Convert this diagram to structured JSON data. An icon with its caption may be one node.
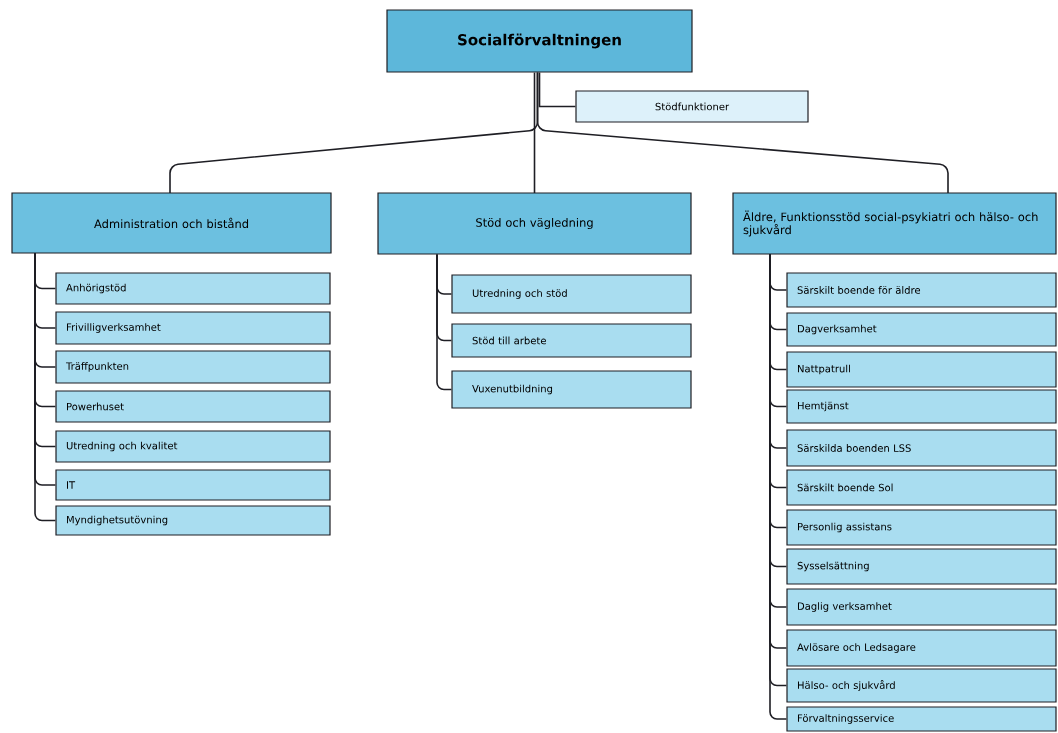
{
  "diagram": {
    "nodes": [
      {
        "text": [
          "Socialförvaltningen"
        ]
      },
      {
        "text": [
          "Stödfunktioner"
        ]
      },
      {
        "text": [
          "Administration och bistånd"
        ]
      },
      {
        "text": [
          "Stöd och vägledning"
        ]
      },
      {
        "text": [
          "Äldre, Funktionsstöd social-psykiatri och hälso- och sjukvård"
        ]
      },
      {
        "text": [
          "Anhörigstöd"
        ]
      },
      {
        "text": [
          "Frivilligverksamhet"
        ]
      },
      {
        "text": [
          "Träffpunkten"
        ]
      },
      {
        "text": [
          "Powerhuset"
        ]
      },
      {
        "text": [
          "Utredning och kvalitet"
        ]
      },
      {
        "text": [
          "IT"
        ]
      },
      {
        "text": [
          "Myndighetsutövning"
        ]
      },
      {
        "text": [
          "Utredning och stöd"
        ]
      },
      {
        "text": [
          "Stöd till arbete"
        ]
      },
      {
        "text": [
          "Vuxenutbildning"
        ]
      },
      {
        "text": [
          "Särskilt boende för äldre"
        ]
      },
      {
        "text": [
          "Dagverksamhet"
        ]
      },
      {
        "text": [
          "Nattpatrull"
        ]
      },
      {
        "text": [
          "Hemtjänst"
        ]
      },
      {
        "text": [
          "Särskilda boenden LSS"
        ]
      },
      {
        "text": [
          "Särskilt boende Sol"
        ]
      },
      {
        "text": [
          "Personlig assistans"
        ]
      },
      {
        "text": [
          "Sysselsättning"
        ]
      },
      {
        "text": [
          "Daglig verksamhet"
        ]
      },
      {
        "text": [
          "Avlösare och Ledsagare"
        ]
      },
      {
        "text": [
          "Hälso- och sjukvård"
        ]
      },
      {
        "text": [
          "Förvaltningsservice"
        ]
      }
    ],
    "edges": [
      {
        "from": 0,
        "to": 1,
        "arrow": "none"
      },
      {
        "from": 0,
        "to": 2,
        "arrow": "none"
      },
      {
        "from": 0,
        "to": 3,
        "arrow": "none"
      },
      {
        "from": 0,
        "to": 4,
        "arrow": "none"
      },
      {
        "from": 2,
        "to": 5,
        "arrow": "none"
      },
      {
        "from": 2,
        "to": 6,
        "arrow": "none"
      },
      {
        "from": 2,
        "to": 7,
        "arrow": "none"
      },
      {
        "from": 2,
        "to": 8,
        "arrow": "none"
      },
      {
        "from": 2,
        "to": 9,
        "arrow": "none"
      },
      {
        "from": 2,
        "to": 10,
        "arrow": "none"
      },
      {
        "from": 2,
        "to": 11,
        "arrow": "none"
      },
      {
        "from": 3,
        "to": 12,
        "arrow": "none"
      },
      {
        "from": 3,
        "to": 13,
        "arrow": "none"
      },
      {
        "from": 3,
        "to": 14,
        "arrow": "none"
      },
      {
        "from": 4,
        "to": 15,
        "arrow": "none"
      },
      {
        "from": 4,
        "to": 16,
        "arrow": "none"
      },
      {
        "from": 4,
        "to": 17,
        "arrow": "none"
      },
      {
        "from": 4,
        "to": 18,
        "arrow": "none"
      },
      {
        "from": 4,
        "to": 19,
        "arrow": "none"
      },
      {
        "from": 4,
        "to": 20,
        "arrow": "none"
      },
      {
        "from": 4,
        "to": 21,
        "arrow": "none"
      },
      {
        "from": 4,
        "to": 22,
        "arrow": "none"
      },
      {
        "from": 4,
        "to": 23,
        "arrow": "none"
      },
      {
        "from": 4,
        "to": 24,
        "arrow": "none"
      },
      {
        "from": 4,
        "to": 25,
        "arrow": "none"
      },
      {
        "from": 4,
        "to": 26,
        "arrow": "none"
      }
    ]
  }
}
